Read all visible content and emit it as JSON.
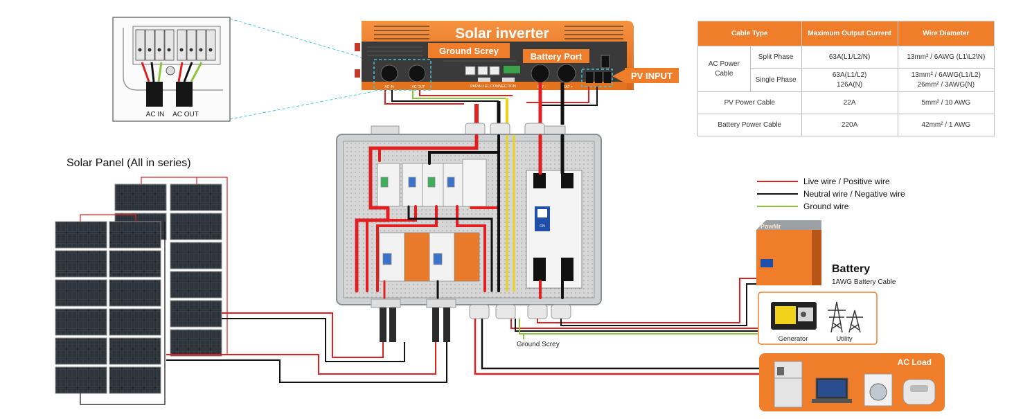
{
  "inverter": {
    "title": "Solar inverter",
    "ground_label": "Ground Screy",
    "battery_port_label": "Battery Port",
    "pv_input_label": "PV INPUT",
    "parallel_label": "PARALLEL CONNECTION",
    "ports": [
      "AC IN",
      "AC OUT",
      "BAT -",
      "BAT +"
    ]
  },
  "inset": {
    "ac_in": "AC IN",
    "ac_out": "AC OUT"
  },
  "solar_panel": {
    "title": "Solar Panel (All in series)"
  },
  "legend": [
    {
      "label": "Live wire / Positive wire",
      "color": "#e02020"
    },
    {
      "label": "Neutral wire / Negative wire",
      "color": "#111111"
    },
    {
      "label": "Ground wire",
      "color": "#8cc63f"
    }
  ],
  "battery": {
    "brand": "PowMr",
    "title": "Battery",
    "subtitle": "1AWG Battery Cable"
  },
  "sources": {
    "generator": "Generator",
    "utility": "Utility"
  },
  "ac_load": {
    "title": "AC Load"
  },
  "ground_bottom_label": "Ground Screy",
  "breaker_labels": {
    "on": "ON"
  },
  "spec_table": {
    "headers": [
      "Cable Type",
      "Maximum Output Current",
      "Wire Diameter"
    ],
    "ac_power_cable": "AC Power Cable",
    "split_phase": {
      "label": "Split Phase",
      "current": "63A(L1/L2/N)",
      "wire": "13mm² / 6AWG (L1\\L2\\N)"
    },
    "single_phase": {
      "label": "Single Phase",
      "current_1": "63A(L1/L2)",
      "current_2": "126A(N)",
      "wire_1": "13mm² / 6AWG(L1/L2)",
      "wire_2": "26mm² / 3AWG(N)"
    },
    "pv_power_cable": {
      "label": "PV Power Cable",
      "current": "22A",
      "wire": "5mm² / 10 AWG"
    },
    "battery_power_cable": {
      "label": "Battery Power Cable",
      "current": "220A",
      "wire": "42mm² / 1 AWG"
    }
  },
  "colors": {
    "accent_orange": "#f07d2a",
    "live": "#e02020",
    "neutral": "#111111",
    "ground": "#8cc63f",
    "callout_cyan": "#41c7d8"
  }
}
